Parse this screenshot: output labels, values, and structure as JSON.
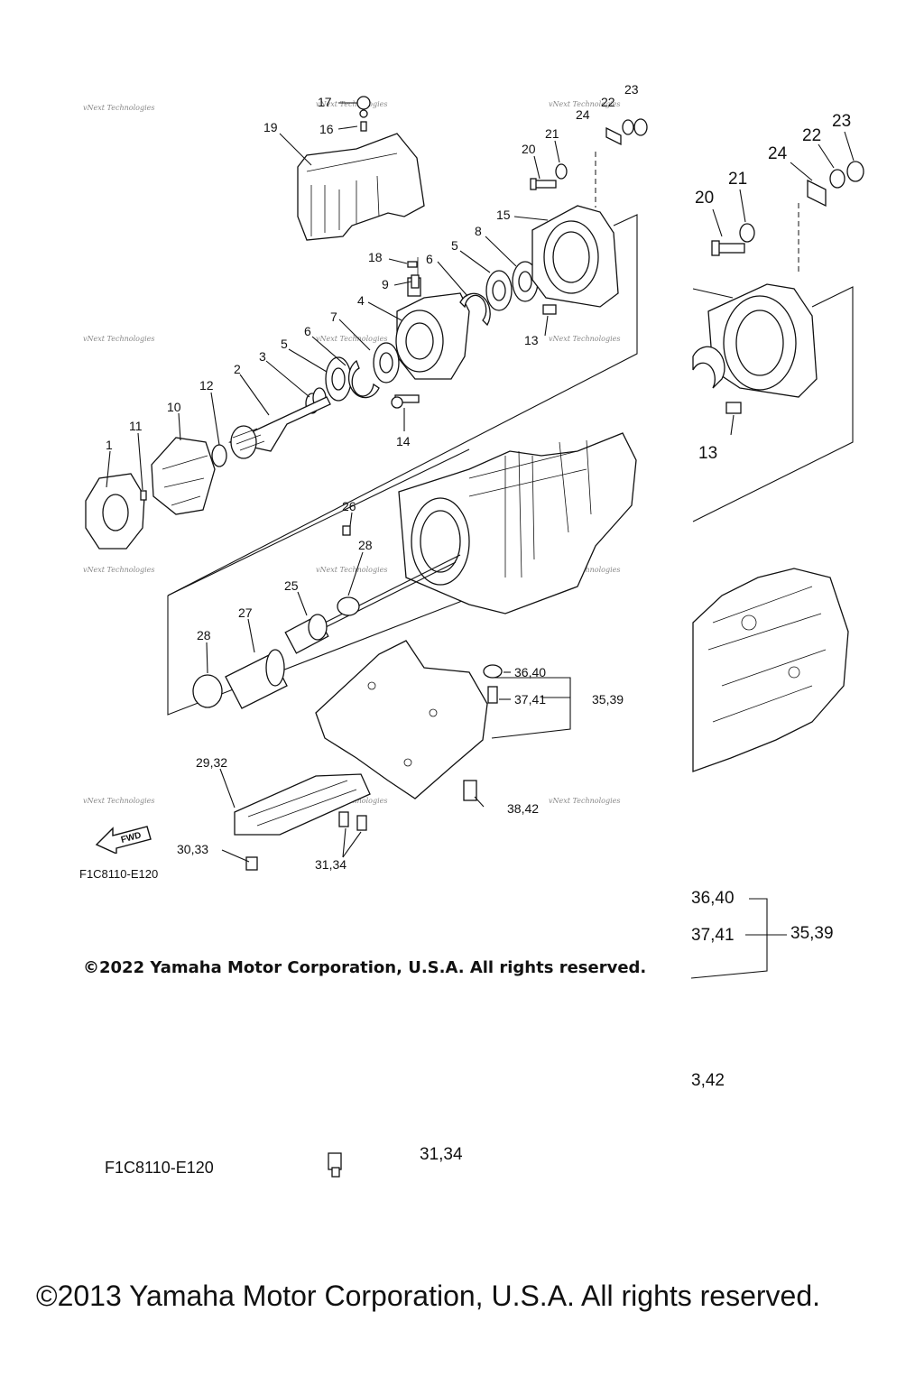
{
  "diagram": {
    "code_small": "F1C8110-E120",
    "code_large": "F1C8110-E120",
    "fwd_label": "FWD",
    "copyright_2022": "©2022 Yamaha Motor Corporation, U.S.A. All rights reserved.",
    "copyright_2013": "©2013 Yamaha Motor Corporation, U.S.A. All rights reserved.",
    "watermark": "vNext Technologies",
    "callouts": {
      "p1": "1",
      "p2": "2",
      "p3": "3",
      "p4": "4",
      "p5a": "5",
      "p5b": "5",
      "p6a": "6",
      "p6b": "6",
      "p7": "7",
      "p8": "8",
      "p9": "9",
      "p10": "10",
      "p11": "11",
      "p12": "12",
      "p13": "13",
      "p14": "14",
      "p15": "15",
      "p16": "16",
      "p17": "17",
      "p18": "18",
      "p19": "19",
      "p20": "20",
      "p21": "21",
      "p22": "22",
      "p23": "23",
      "p24": "24",
      "p25": "25",
      "p26": "26",
      "p27": "27",
      "p28a": "28",
      "p28b": "28",
      "p29_32": "29,32",
      "p30_33": "30,33",
      "p31_34": "31,34",
      "p35_39": "35,39",
      "p36_40": "36,40",
      "p37_41": "37,41",
      "p38_42": "38,42"
    },
    "zoom_callouts": {
      "z13": "13",
      "z20": "20",
      "z21": "21",
      "z22": "22",
      "z23": "23",
      "z24": "24",
      "z35_39": "35,39",
      "z36_40": "36,40",
      "z37_41": "37,41",
      "z38_42": "3,42",
      "z31_34": "31,34"
    }
  }
}
